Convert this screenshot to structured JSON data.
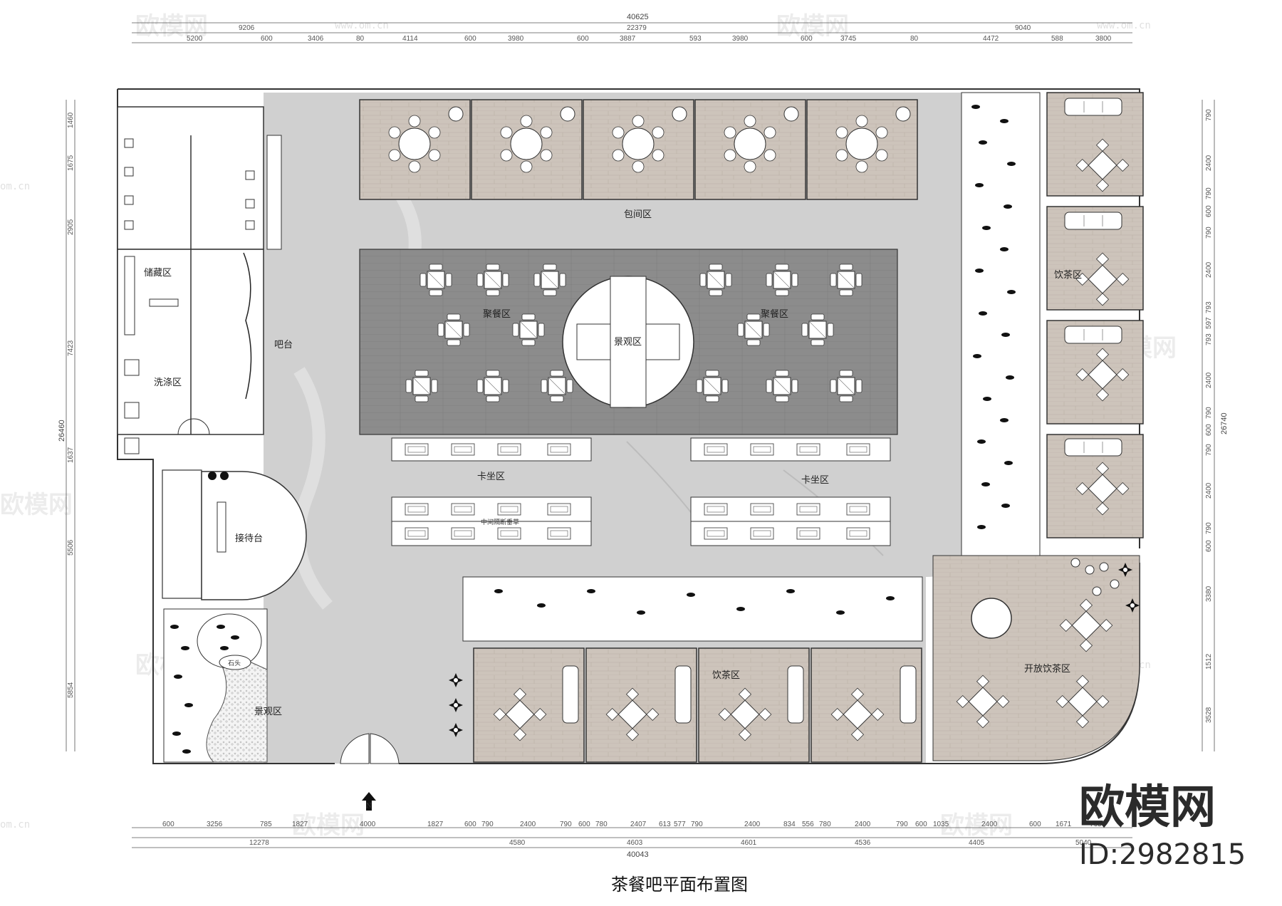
{
  "title": "茶餐吧平面布置图",
  "brand": {
    "name": "欧模网",
    "id": "ID:2982815"
  },
  "watermark": {
    "text": "欧模网",
    "url": "www.om.cn",
    "url_short": "om.cn"
  },
  "colors": {
    "stone": "#d2d2d2",
    "wood": "#cfc6bd",
    "deck": "#8f8f8f",
    "wall": "#ffffff",
    "line": "#333333"
  },
  "zones": {
    "private_rooms": "包间区",
    "storage": "储藏区",
    "washing": "洗涤区",
    "bar": "吧台",
    "banquet_left": "聚餐区",
    "banquet_right": "聚餐区",
    "landscape_center": "景观区",
    "booth_left": "卡坐区",
    "booth_right": "卡坐区",
    "partition": "中间隔断垂草",
    "reception": "接待台",
    "stone": "石头",
    "landscape_entry": "景观区",
    "tea_right": "饮茶区",
    "tea_bottom": "饮茶区",
    "open_tea": "开放饮茶区",
    "entry_mark": "N"
  },
  "dims": {
    "top_total": "40625",
    "top_mid": [
      "9206",
      "22379",
      "9040"
    ],
    "top_detail": [
      "5200",
      "600",
      "3406",
      "80",
      "4114",
      "600",
      "3980",
      "600",
      "3887",
      "593",
      "3980",
      "600",
      "3745",
      "80",
      "4472",
      "588",
      "3800"
    ],
    "bottom_detail": [
      "600",
      "3256",
      "785",
      "1827",
      "4000",
      "1827",
      "600",
      "790",
      "2400",
      "790",
      "600",
      "780",
      "2407",
      "613",
      "577",
      "790",
      "2400",
      "834",
      "556",
      "780",
      "2400",
      "790",
      "600",
      "1035",
      "2400",
      "600",
      "1671",
      "765"
    ],
    "bottom_mid": [
      "12278",
      "4580",
      "4603",
      "4601",
      "4536",
      "4405",
      "5040"
    ],
    "bottom_total": "40043",
    "left_detail": [
      "1460",
      "1675",
      "2905",
      "7423",
      "1637",
      "5506",
      "5854"
    ],
    "left_total": "26460",
    "right_detail": [
      "790",
      "2400",
      "790",
      "600",
      "790",
      "2400",
      "793",
      "597",
      "793",
      "2400",
      "790",
      "600",
      "790",
      "2400",
      "790",
      "600",
      "3380",
      "1512",
      "3528"
    ],
    "right_total": "26740"
  }
}
